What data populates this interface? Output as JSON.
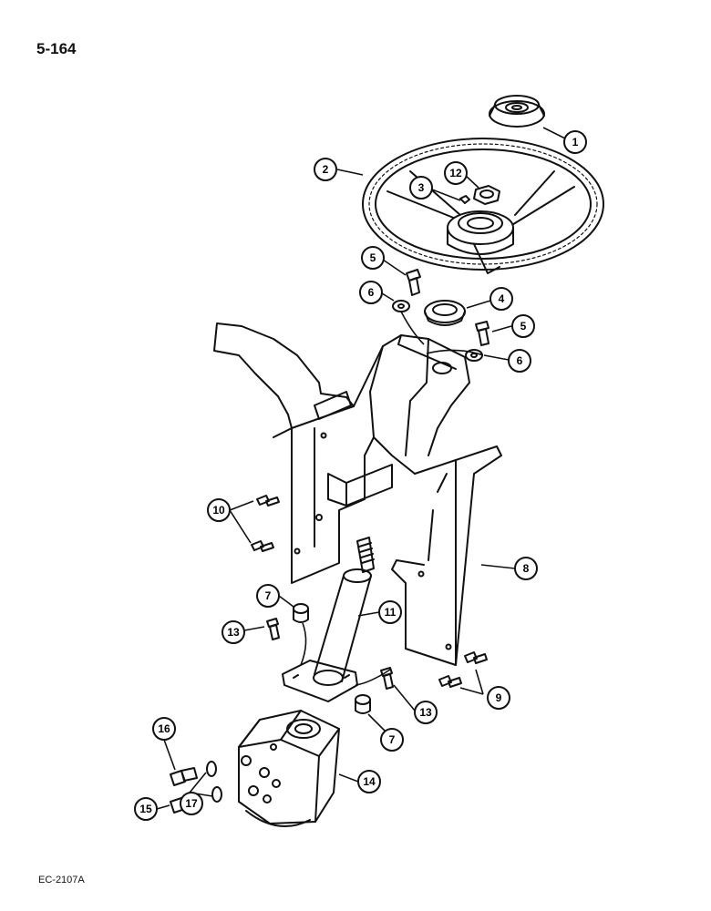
{
  "page_number": "5-164",
  "drawing_code": "EC-2107A",
  "callouts": [
    "1",
    "2",
    "3",
    "4",
    "5",
    "5",
    "6",
    "6",
    "7",
    "7",
    "8",
    "9",
    "10",
    "11",
    "12",
    "13",
    "13",
    "14",
    "15",
    "16",
    "17"
  ],
  "parts": [
    "horn-button",
    "steering-wheel",
    "washer-small",
    "bushing",
    "bolt",
    "washer",
    "spacer",
    "support-bracket",
    "bolt-small",
    "bolt-pair",
    "steering-column",
    "nut",
    "cap-screw",
    "steering-motor",
    "fitting",
    "fitting",
    "o-ring"
  ]
}
